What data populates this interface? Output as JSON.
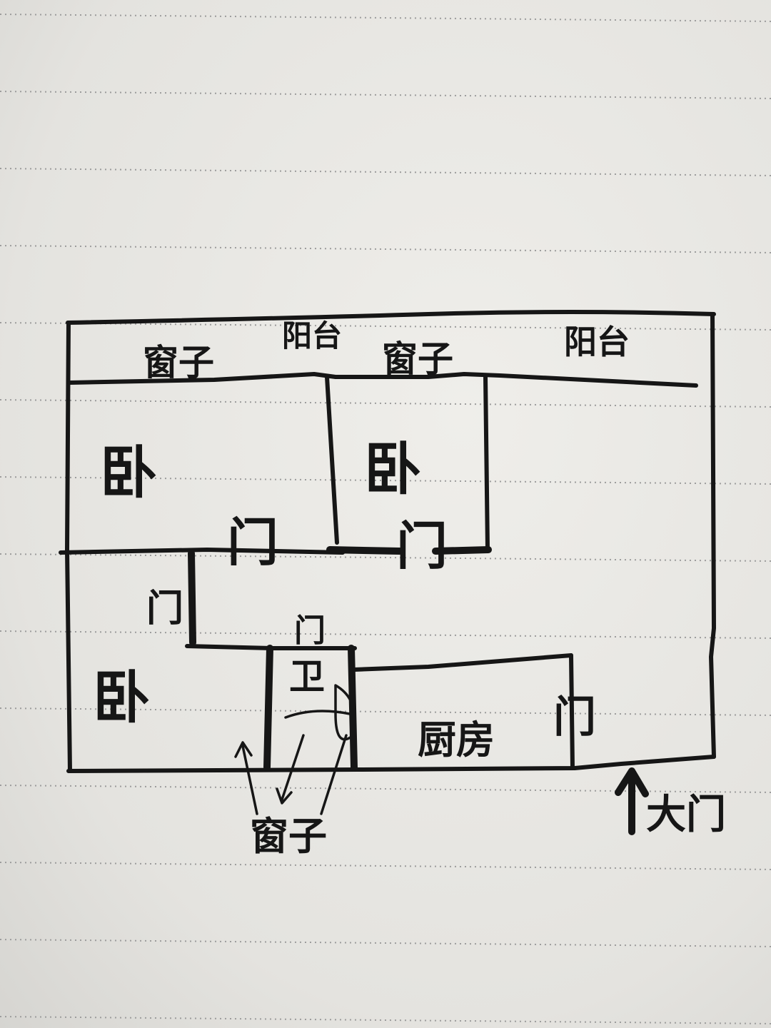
{
  "title": "手绘户型图",
  "labels": {
    "balcony_left": "阳台",
    "balcony_right": "阳台",
    "window_left": "窗子",
    "window_middle": "窗子",
    "window_bottom": "窗子",
    "bedroom_top_left": "卧",
    "bedroom_top_middle": "卧",
    "bedroom_bottom_left": "卧",
    "door_bedroom_top_left": "门",
    "door_bedroom_top_middle": "门",
    "door_bedroom_bottom_left": "门",
    "door_bathroom": "门",
    "door_kitchen": "门",
    "bathroom": "卫",
    "kitchen": "厨房",
    "main_entrance": "大门"
  },
  "colors": {
    "ink": "#161616",
    "paper": "#e6e5e1",
    "ruling": "#9c9c9c"
  }
}
